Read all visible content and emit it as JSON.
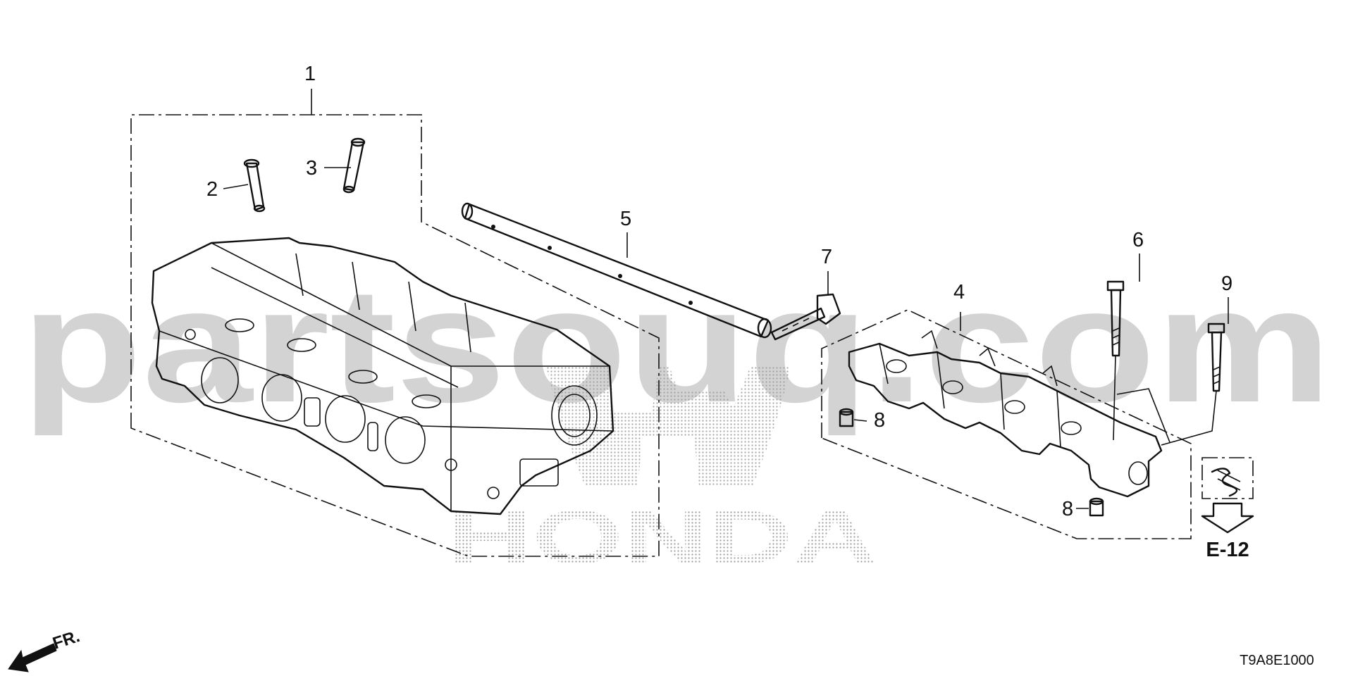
{
  "watermark": {
    "site": "partsouq.com",
    "brand": "HONDA"
  },
  "callouts": [
    {
      "id": "1",
      "label": "1"
    },
    {
      "id": "2",
      "label": "2"
    },
    {
      "id": "3",
      "label": "3"
    },
    {
      "id": "4",
      "label": "4"
    },
    {
      "id": "5",
      "label": "5"
    },
    {
      "id": "6",
      "label": "6"
    },
    {
      "id": "7",
      "label": "7"
    },
    {
      "id": "8a",
      "label": "8"
    },
    {
      "id": "8b",
      "label": "8"
    },
    {
      "id": "9",
      "label": "9"
    }
  ],
  "reference": {
    "label": "E-12"
  },
  "direction": {
    "label": "FR."
  },
  "diagram_code": "T9A8E1000",
  "colors": {
    "line": "#111111",
    "watermark": "#d3d3d3",
    "stipple": "#9a9a9a"
  }
}
